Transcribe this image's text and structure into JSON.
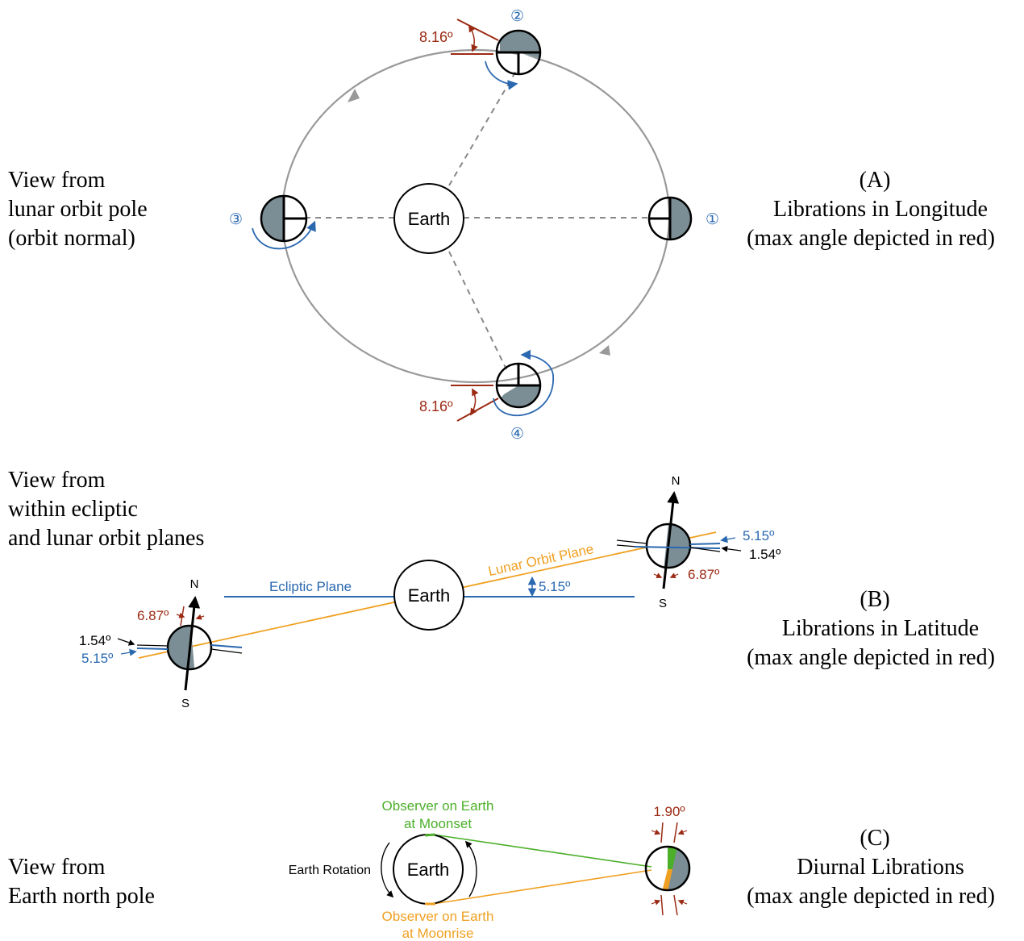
{
  "colors": {
    "red": "#9b2a14",
    "blue": "#2a68b0",
    "orange": "#f0a020",
    "green": "#4caf2a",
    "orbit_gray": "#999999",
    "moon_shadow": "#7b8e95"
  },
  "panel_a": {
    "view_line1": "View from",
    "view_line2": "lunar orbit pole",
    "view_line3": "(orbit normal)",
    "label_tag": "(A)",
    "label_title": "Librations in Longitude",
    "label_note": "(max angle depicted in red)",
    "earth_label": "Earth",
    "angle_top": "8.16º",
    "angle_bottom": "8.16º",
    "position_1": "①",
    "position_2": "②",
    "position_3": "③",
    "position_4": "④"
  },
  "panel_b": {
    "view_line1": "View from",
    "view_line2": "within ecliptic",
    "view_line3": "and lunar orbit planes",
    "label_tag": "(B)",
    "label_title": "Librations in Latitude",
    "label_note": "(max angle depicted in red)",
    "earth_label": "Earth",
    "ecliptic_label": "Ecliptic Plane",
    "orbit_label": "Lunar Orbit Plane",
    "orbit_incl": "5.15º",
    "right_blue": "5.15º",
    "right_black": "1.54º",
    "right_red": "6.87º",
    "right_n": "N",
    "right_s": "S",
    "left_blue": "5.15º",
    "left_black": "1.54º",
    "left_red": "6.87º",
    "left_n": "N",
    "left_s": "S"
  },
  "panel_c": {
    "view_line1": "View from",
    "view_line2": "Earth north pole",
    "label_tag": "(C)",
    "label_title": "Diurnal Librations",
    "label_note": "(max angle depicted in red)",
    "earth_label": "Earth",
    "rotation_label": "Earth Rotation",
    "moonset_line1": "Observer on Earth",
    "moonset_line2": "at Moonset",
    "moonrise_line1": "Observer on Earth",
    "moonrise_line2": "at Moonrise",
    "angle": "1.90º"
  }
}
